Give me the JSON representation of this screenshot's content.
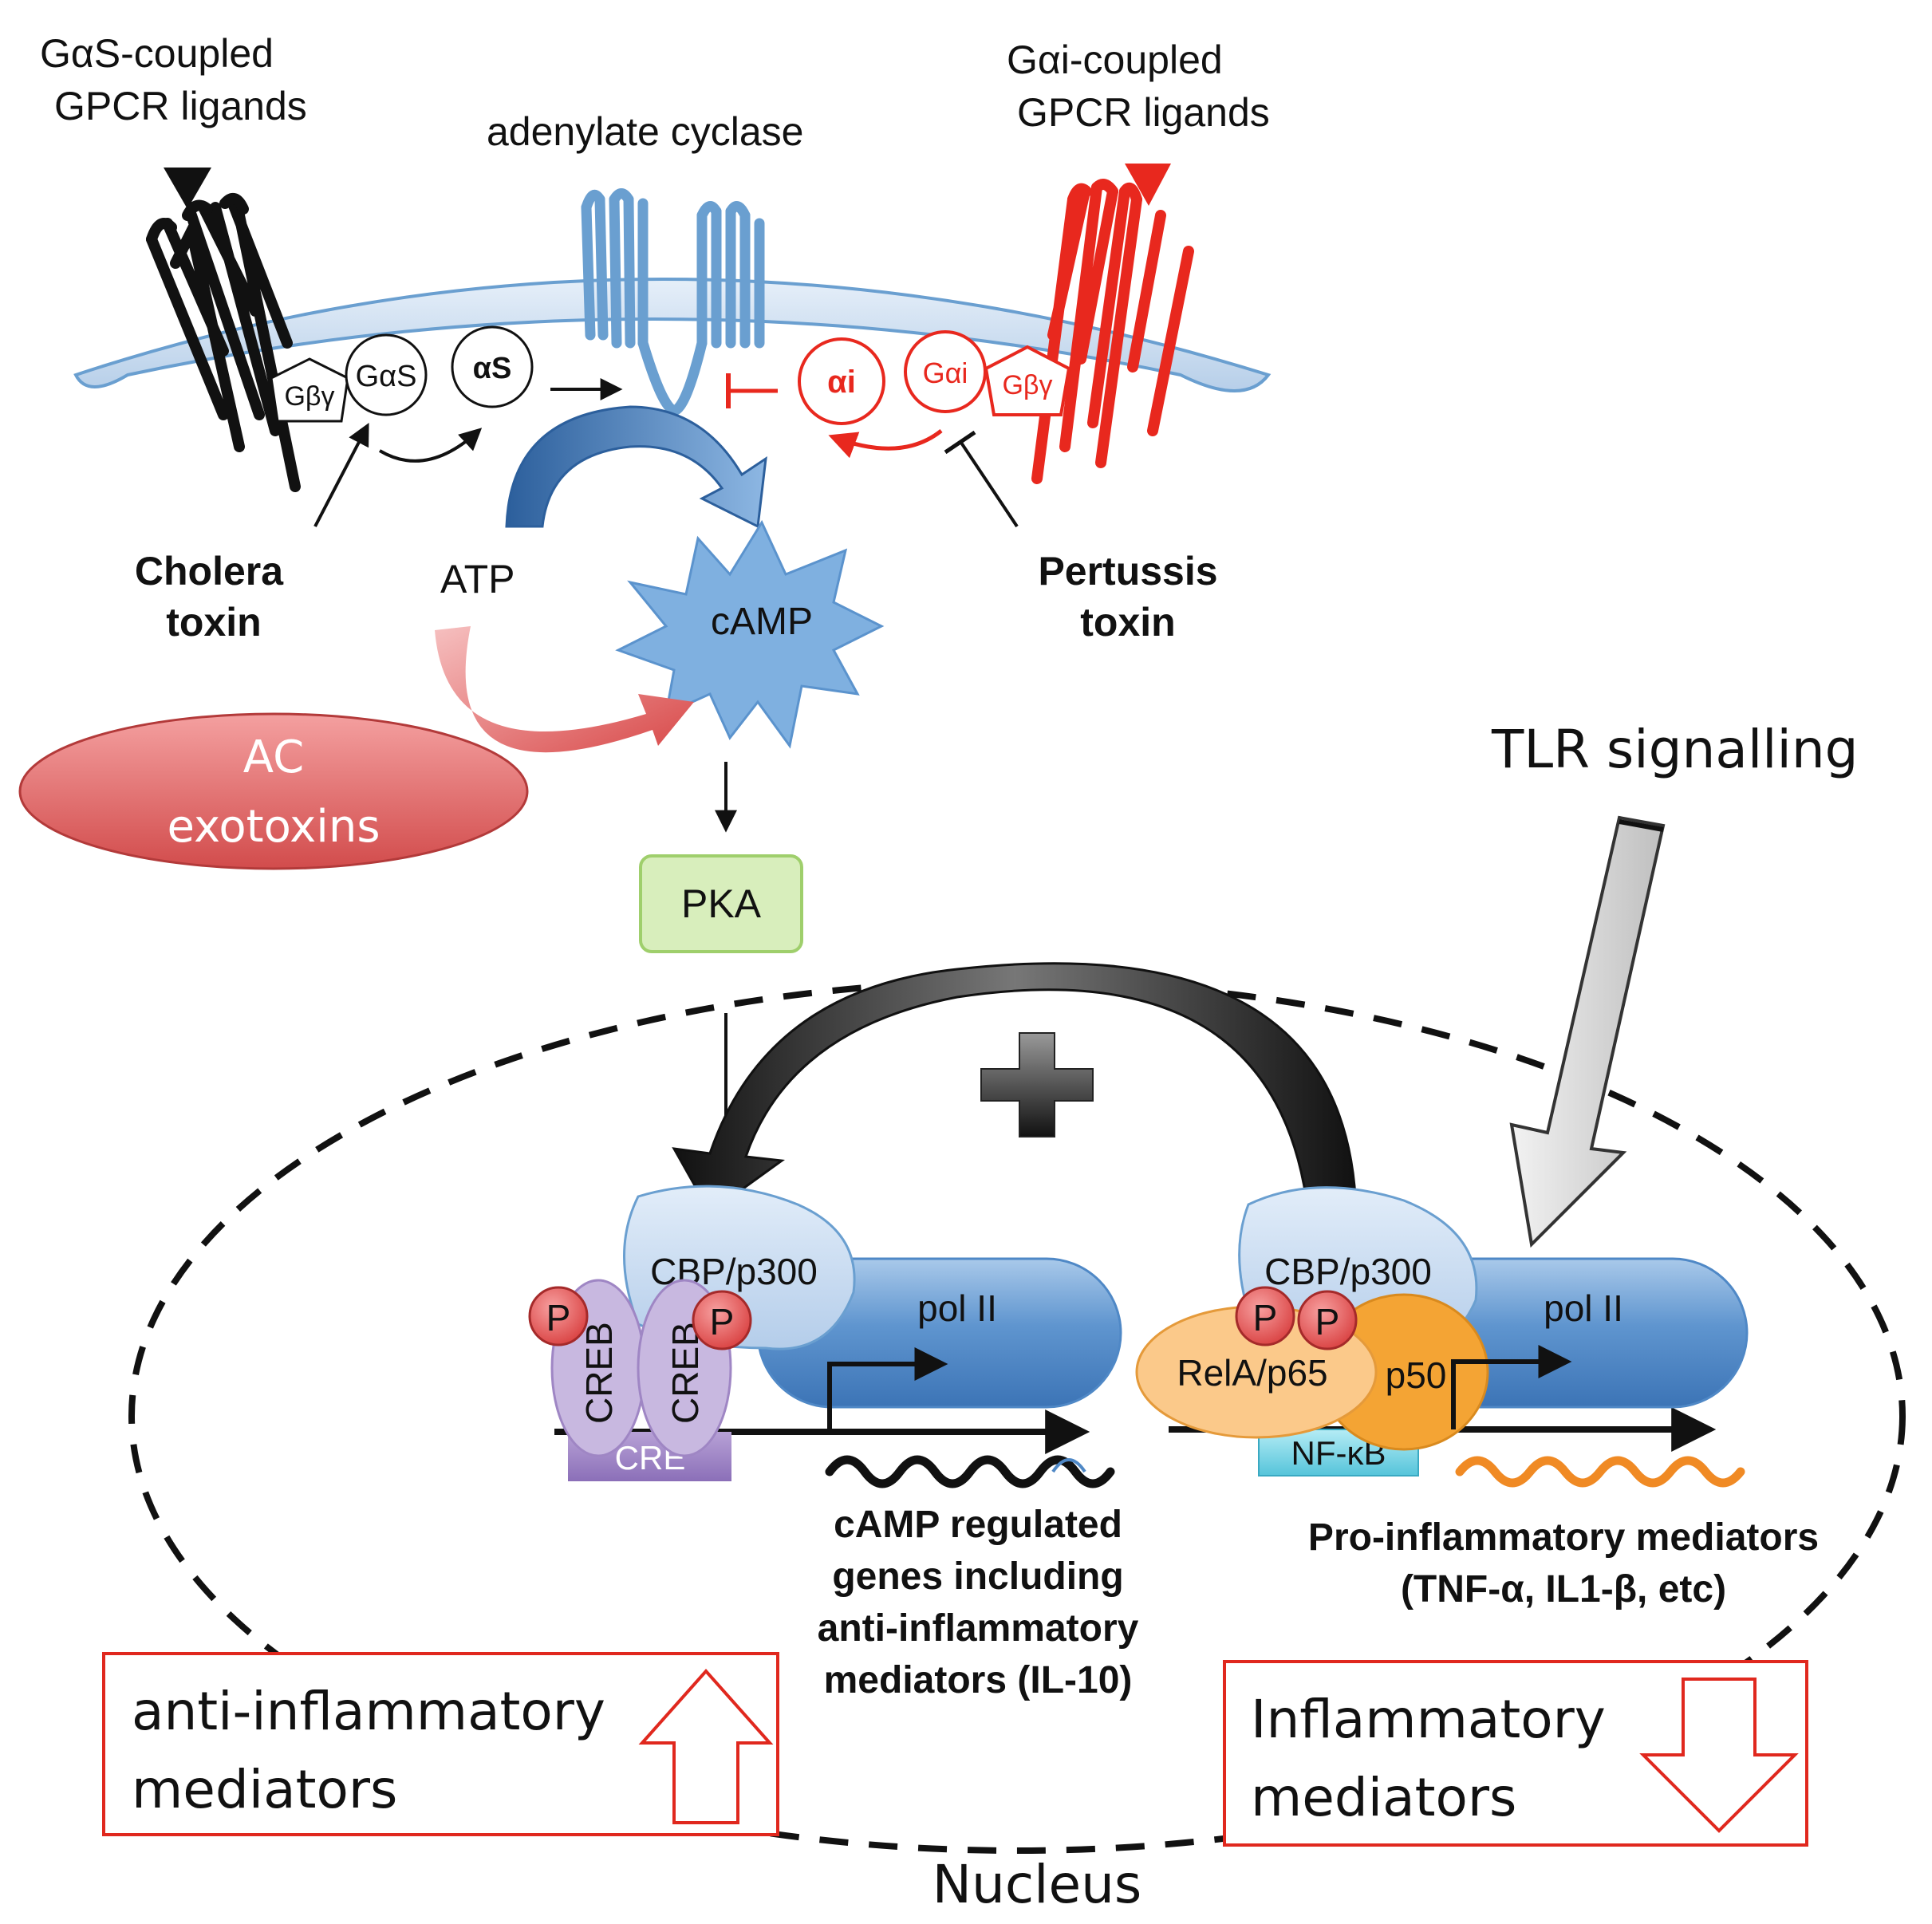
{
  "colors": {
    "black_receptor": "#111111",
    "red_receptor": "#e8281e",
    "cyclase_blue": "#6a9fd0",
    "membrane_fill": "#cfe0f3",
    "camp_blue": "#7fb0e0",
    "pka_green": "#d8eebc",
    "ac_red": "#e06a6a",
    "box_red": "#e0281e",
    "creb_purple": "#c8b8e0",
    "cre_purple": "#9f86c4",
    "relA_orange": "#fbc98a",
    "p50_orange": "#f4a434",
    "nfkb_cyan": "#7fd7e8",
    "phospho_red": "#e05a5a",
    "orange_wave": "#f08a24"
  },
  "labels": {
    "gas_ligands": [
      "GαS-coupled",
      "GPCR ligands"
    ],
    "gai_ligands": [
      "Gαi-coupled",
      "GPCR ligands"
    ],
    "adenylate_cyclase": "adenylate cyclase",
    "gbg_left": "Gβγ",
    "gas": "GαS",
    "alpha_s": "αS",
    "alpha_i": "αi",
    "gai": "Gαi",
    "gbg_right": "Gβγ",
    "cholera_toxin": [
      "Cholera",
      "toxin"
    ],
    "atp": "ATP",
    "camp": "cAMP",
    "pertussis_toxin": [
      "Pertussis",
      "toxin"
    ],
    "ac_exotoxins": [
      "AC",
      "exotoxins"
    ],
    "tlr_signalling": "TLR signalling",
    "pka": "PKA",
    "cbp_left": "CBP/p300",
    "cbp_right": "CBP/p300",
    "pol_left": "pol II",
    "pol_right": "pol II",
    "phospho": "P",
    "creb": "CREB",
    "cre": "CRE",
    "relA": "RelA/p65",
    "p50": "p50",
    "nfkb": "NF-κB",
    "camp_genes": [
      "cAMP regulated",
      "genes including",
      "anti-inflammatory",
      "mediators (IL-10)"
    ],
    "pro_inflammatory": [
      "Pro-inflammatory mediators",
      "(TNF-α, IL1-β, etc)"
    ],
    "anti_box": [
      "anti-inflammatory",
      "mediators"
    ],
    "inflam_box": [
      "Inflammatory",
      "mediators"
    ],
    "nucleus": "Nucleus"
  }
}
